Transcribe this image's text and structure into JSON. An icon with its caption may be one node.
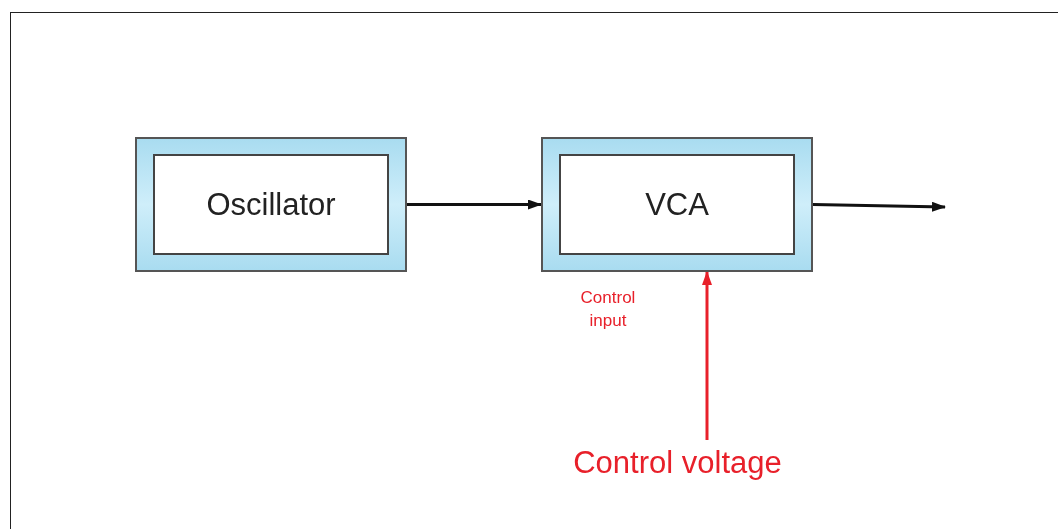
{
  "diagram": {
    "nodes": [
      {
        "text": [
          "Oscillator"
        ]
      },
      {
        "text": [
          "VCA"
        ],
        "beside": [
          "Control input"
        ]
      },
      {
        "text": [
          "Control voltage"
        ]
      }
    ],
    "edges": [
      {
        "from": 0,
        "to": 1,
        "arrow": "to"
      },
      {
        "from": 1,
        "to": null,
        "arrow": "to"
      },
      {
        "from": 2,
        "to": 1,
        "arrow": "to",
        "color": "#e8202a"
      }
    ]
  }
}
